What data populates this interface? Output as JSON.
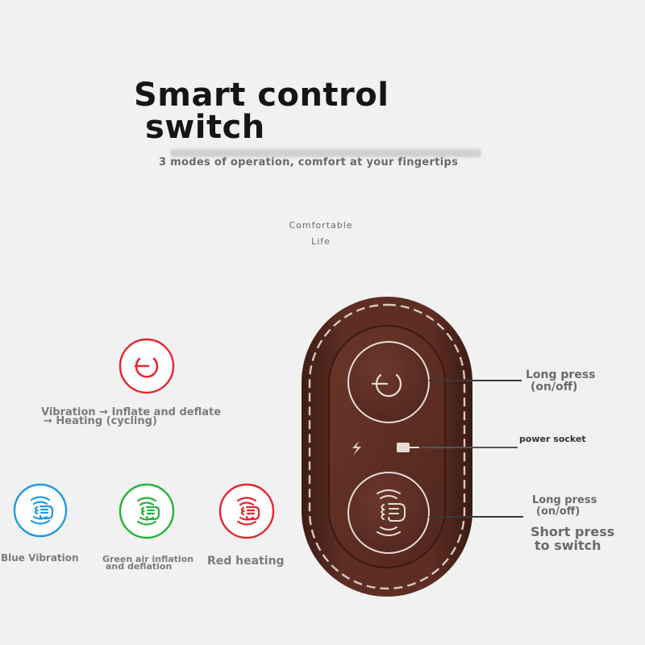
{
  "heading": {
    "line1": "Smart control",
    "line2": "switch",
    "subtitle": "3 modes of operation, comfort at your fingertips"
  },
  "tagline": {
    "line1": "Comfortable",
    "line2": "Life"
  },
  "cycle": {
    "line1": "Vibration → Inflate and deflate",
    "line2": "→ Heating (cycling)"
  },
  "modes": {
    "blue_label": "Blue Vibration",
    "green_label_line1": "Green air inflation",
    "green_label_line2": "and deflation",
    "red_label": "Red heating"
  },
  "callouts": {
    "power_line1": "Long press",
    "power_line2": "(on/off)",
    "socket": "power socket",
    "mode_line1": "Long press",
    "mode_line2": "(on/off)",
    "mode_line3": "Short press",
    "mode_line4": "to switch"
  },
  "icons": {
    "power": "power-icon",
    "massage": "massage-hand-icon",
    "charge": "lightning-icon",
    "plug": "usb-plug-icon"
  },
  "colors": {
    "blue": "#1f9be0",
    "green": "#24b33a",
    "red": "#e6262d",
    "device": "#5a2c22",
    "stitch": "#d8c8bf"
  }
}
